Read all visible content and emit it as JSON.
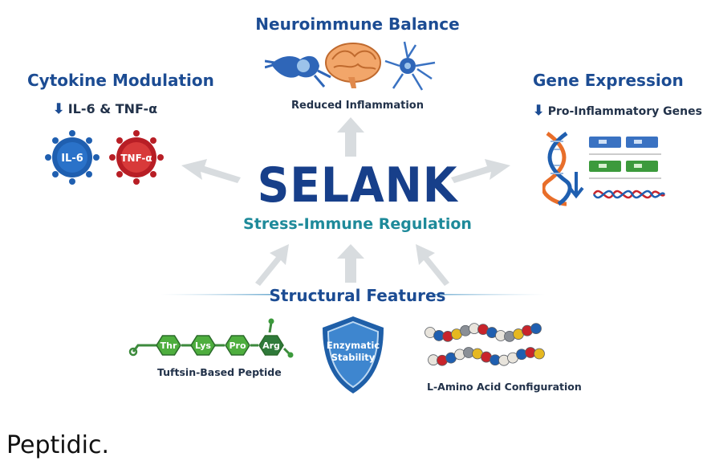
{
  "title": "SELANK",
  "tagline": "Stress-Immune Regulation",
  "neuro": {
    "heading": "Neuroimmune Balance",
    "caption": "Reduced Inflammation"
  },
  "cytokine": {
    "heading": "Cytokine Modulation",
    "caption": "IL-6 & TNF-α",
    "virus1": "IL-6",
    "virus2": "TNF-α"
  },
  "gene": {
    "heading": "Gene Expression",
    "caption": "Pro-Inflammatory Genes"
  },
  "structural": {
    "heading": "Structural Features",
    "peptide": {
      "residues": [
        "Thr",
        "Lys",
        "Pro",
        "Arg"
      ],
      "caption": "Tuftsin-Based Peptide"
    },
    "shield": {
      "line1": "Enzymatic",
      "line2": "Stability"
    },
    "amino": {
      "caption": "L-Amino Acid Configuration"
    }
  },
  "footer": "Peptidic.",
  "colors": {
    "blue": "#1c4c93",
    "teal": "#1e8a9a",
    "green": "#3c9a3c",
    "red": "#c8242b",
    "arrow": "#d6dade"
  }
}
